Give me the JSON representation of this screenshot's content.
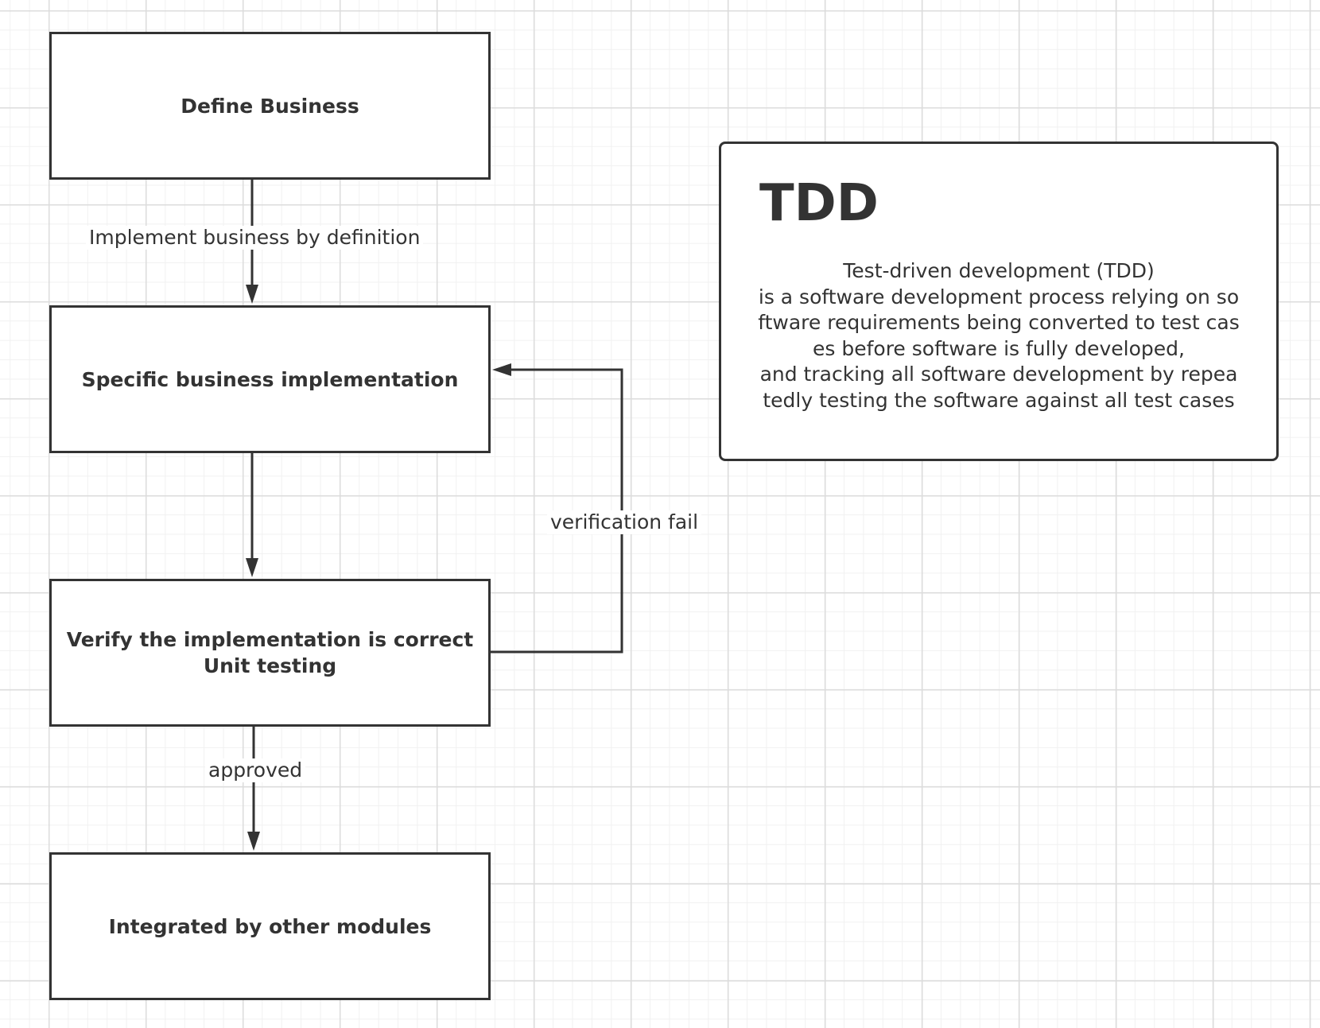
{
  "colors": {
    "stroke": "#333333",
    "text": "#333333",
    "background": "#ffffff",
    "grid_major": "#dcdcdc",
    "grid_minor": "#f1f1f1"
  },
  "nodes": {
    "define_business": "Define Business",
    "specific_implementation": "Specific business implementation",
    "verify": {
      "line1": "Verify the implementation is correct",
      "line2": "Unit testing"
    },
    "integrated": "Integrated by other modules"
  },
  "edges": {
    "implement_label": "Implement business by definition",
    "fail_label": "verification fail",
    "approved_label": "approved"
  },
  "note": {
    "title": "TDD",
    "lines": [
      "Test-driven development (TDD)",
      "is a software development process relying on so",
      "ftware requirements being converted to test cas",
      "es before software is fully developed,",
      "and tracking all software development by repea",
      "tedly testing the software against all test cases"
    ]
  }
}
